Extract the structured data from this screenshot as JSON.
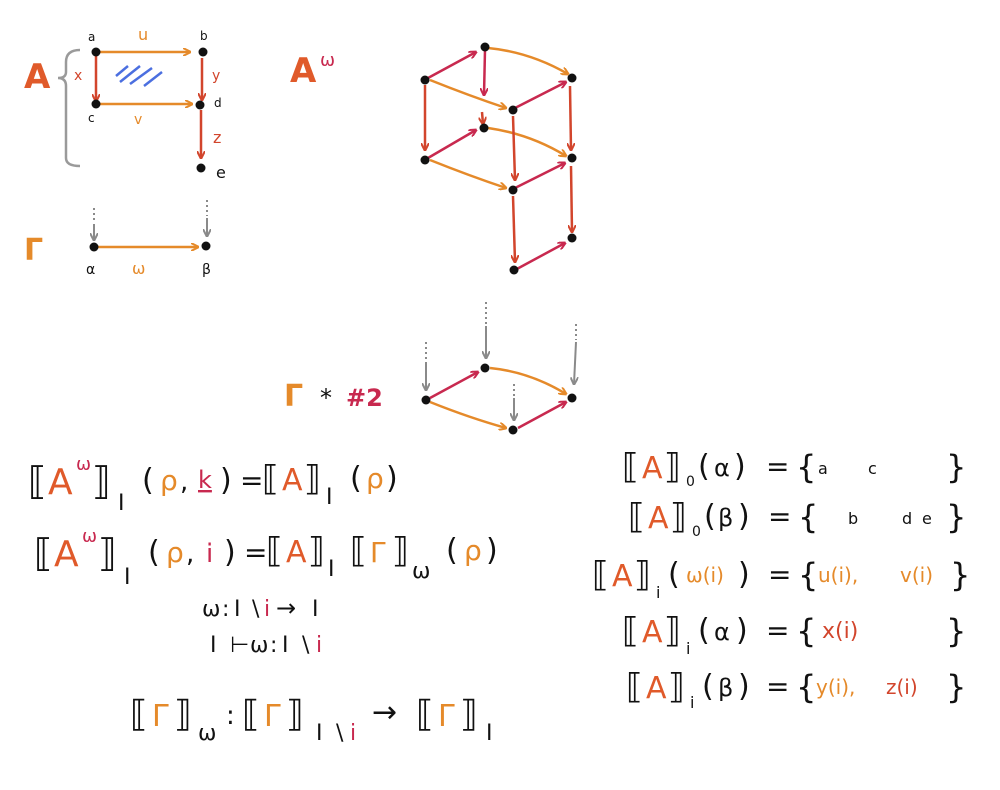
{
  "colors": {
    "ink": "#111111",
    "orange": "#e58a2a",
    "red": "#d2452c",
    "crimson": "#c8294f",
    "gray": "#8a8a8a",
    "blue": "#4b6fe0"
  },
  "topleft": {
    "title": "A",
    "vertices": {
      "a": "a",
      "b": "b",
      "c": "c",
      "d": "d",
      "e": "e"
    },
    "edges": {
      "u": "u",
      "x": "x",
      "y": "y",
      "v": "v",
      "z": "z"
    }
  },
  "gamma": {
    "title": "Γ",
    "vertices": {
      "alpha": "α",
      "beta": "β"
    },
    "edge": "ω"
  },
  "aomega": {
    "title": "A",
    "sup": "ω"
  },
  "gamma2": {
    "title": "Γ",
    "star": "*",
    "num": "#2"
  },
  "eqs": {
    "e1": {
      "a": "A",
      "w": "ω",
      "i": "I",
      "rho": "ρ",
      "k": "k",
      "A": "A",
      "I": "I",
      "rho2": "ρ"
    },
    "e2": {
      "a": "A",
      "w": "ω",
      "i": "I",
      "rho": "ρ",
      "ii": "i",
      "A": "A",
      "I": "I",
      "G": "Γ",
      "W": "ω",
      "rho2": "ρ"
    },
    "typing1": {
      "w": "ω",
      "colon": ":",
      "I": "I",
      "bs": "\\",
      "i": "i",
      "arrow": "→",
      "I2": "I"
    },
    "typing2": {
      "I": "I",
      "turn": "⊢",
      "w": "ω",
      "colon": ":",
      "I2": "I",
      "bs": "\\",
      "i": "i"
    },
    "e3": {
      "G": "Γ",
      "w": "ω",
      "colon": ":",
      "G2": "Γ",
      "I": "I",
      "bs": "\\",
      "i": "i",
      "arrow": "→",
      "G3": "Γ",
      "I2": "I"
    }
  },
  "right": {
    "r1": {
      "A": "A",
      "sub": "0",
      "arg": "α",
      "eq": "=",
      "lb": "{",
      "v1": "a",
      "v2": "c",
      "rb": "}"
    },
    "r2": {
      "A": "A",
      "sub": "0",
      "arg": "β",
      "eq": "=",
      "lb": "{",
      "v1": "b",
      "v2": "d",
      "v3": "e",
      "rb": "}"
    },
    "r3": {
      "A": "A",
      "sub": "i",
      "arg": "ω(i)",
      "eq": "=",
      "lb": "{",
      "v1": "u(i),",
      "v2": "v(i)",
      "rb": "}"
    },
    "r4": {
      "A": "A",
      "sub": "i",
      "arg": "α",
      "eq": "=",
      "lb": "{",
      "v1": "x(i)",
      "rb": "}"
    },
    "r5": {
      "A": "A",
      "sub": "i",
      "arg": "β",
      "eq": "=",
      "lb": "{",
      "v1": "y(i),",
      "v2": "z(i)",
      "rb": "}"
    }
  }
}
